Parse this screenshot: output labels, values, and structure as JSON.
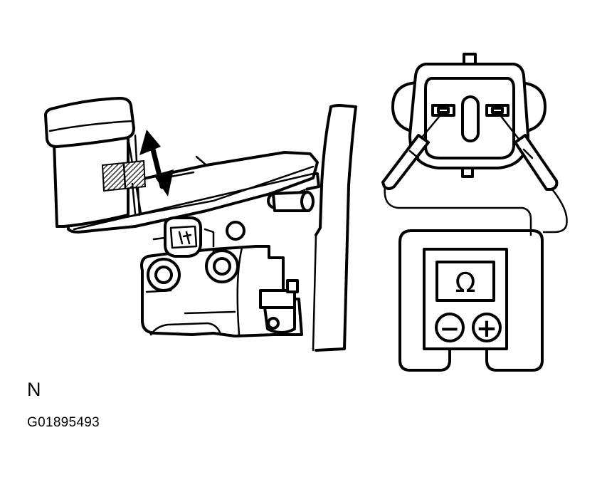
{
  "labels": {
    "view_letter": "N",
    "figure_code": "G01895493"
  },
  "meter": {
    "display_symbol": "Ω",
    "negative_terminal_symbol": "−",
    "positive_terminal_symbol": "+"
  },
  "colors": {
    "line": "#000000",
    "background": "#ffffff"
  }
}
